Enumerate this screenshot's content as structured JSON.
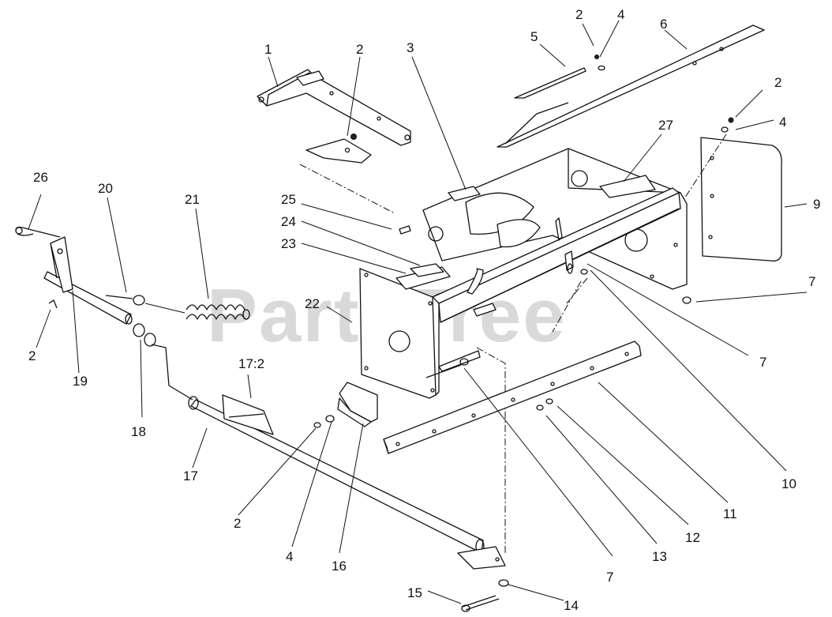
{
  "watermark": "PartsTree",
  "colors": {
    "line": "#111111",
    "watermark": "#d9d9d9",
    "background": "#ffffff"
  },
  "callouts": [
    {
      "id": "c1",
      "text": "1"
    },
    {
      "id": "c2a",
      "text": "2"
    },
    {
      "id": "c3",
      "text": "3"
    },
    {
      "id": "c5",
      "text": "5"
    },
    {
      "id": "c2b",
      "text": "2"
    },
    {
      "id": "c4a",
      "text": "4"
    },
    {
      "id": "c6",
      "text": "6"
    },
    {
      "id": "c2c",
      "text": "2"
    },
    {
      "id": "c4b",
      "text": "4"
    },
    {
      "id": "c27",
      "text": "27"
    },
    {
      "id": "c9",
      "text": "9"
    },
    {
      "id": "c26",
      "text": "26"
    },
    {
      "id": "c20",
      "text": "20"
    },
    {
      "id": "c21",
      "text": "21"
    },
    {
      "id": "c25",
      "text": "25"
    },
    {
      "id": "c24",
      "text": "24"
    },
    {
      "id": "c23",
      "text": "23"
    },
    {
      "id": "c22",
      "text": "22"
    },
    {
      "id": "c7a",
      "text": "7"
    },
    {
      "id": "c7b",
      "text": "7"
    },
    {
      "id": "c2d",
      "text": "2"
    },
    {
      "id": "c19",
      "text": "19"
    },
    {
      "id": "c17_2",
      "text": "17:2"
    },
    {
      "id": "c18",
      "text": "18"
    },
    {
      "id": "c17",
      "text": "17"
    },
    {
      "id": "c10",
      "text": "10"
    },
    {
      "id": "c11",
      "text": "11"
    },
    {
      "id": "c12",
      "text": "12"
    },
    {
      "id": "c13",
      "text": "13"
    },
    {
      "id": "c2e",
      "text": "2"
    },
    {
      "id": "c4c",
      "text": "4"
    },
    {
      "id": "c16",
      "text": "16"
    },
    {
      "id": "c7c",
      "text": "7"
    },
    {
      "id": "c15",
      "text": "15"
    },
    {
      "id": "c14",
      "text": "14"
    }
  ]
}
